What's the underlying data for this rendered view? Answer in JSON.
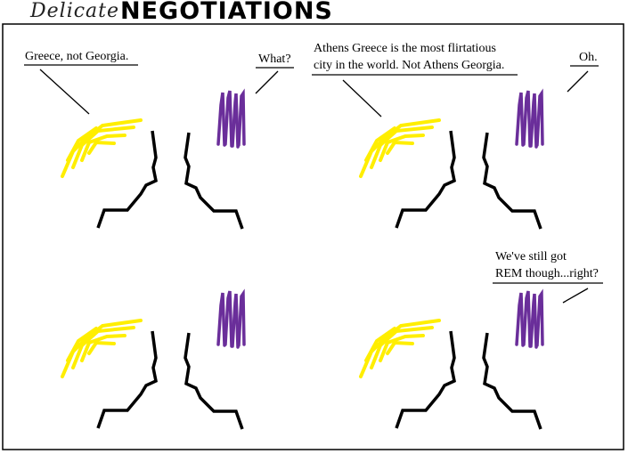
{
  "title": {
    "script": "Delicate",
    "bold": "NEGOTIATIONS"
  },
  "colors": {
    "blonde_hair": "#ffee00",
    "purple_hair": "#6a2e9a",
    "ink": "#000000"
  },
  "panels": [
    {
      "left_speech": [
        "Greece, not Georgia."
      ],
      "right_speech": [
        "What?"
      ]
    },
    {
      "left_speech": [
        "Athens Greece is the most flirtatious",
        "city in the world. Not Athens Georgia."
      ],
      "right_speech": [
        "Oh."
      ]
    },
    {
      "left_speech": [],
      "right_speech": []
    },
    {
      "left_speech": [],
      "right_speech": [
        "We've still got",
        "REM though...right?"
      ]
    }
  ]
}
